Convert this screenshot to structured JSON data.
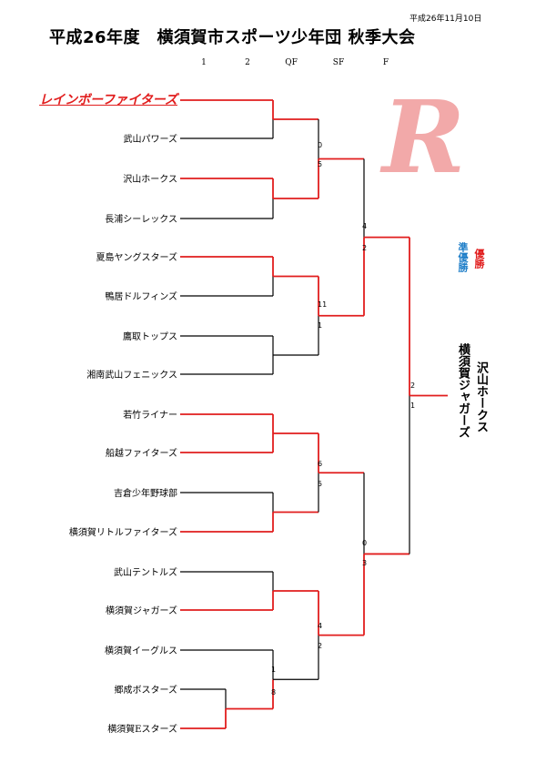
{
  "header": {
    "date": "平成26年11月10日",
    "title": "平成26年度　横須賀市スポーツ少年団 秋季大会"
  },
  "rounds": [
    "1",
    "2",
    "QF",
    "SF",
    "F"
  ],
  "colors": {
    "win": "#e11d1d",
    "lose": "#000000"
  },
  "logo": "R",
  "teams": [
    "レインボーファイターズ",
    "武山パワーズ",
    "沢山ホークス",
    "長浦シーレックス",
    "夏島ヤングスターズ",
    "鴨居ドルフィンズ",
    "鷹取トップス",
    "湘南武山フェニックス",
    "若竹ライナー",
    "船越ファイターズ",
    "吉倉少年野球部",
    "横須賀リトルファイターズ",
    "武山テントルズ",
    "横須賀ジャガーズ",
    "横須賀イーグルス",
    "郷成ボスターズ",
    "横須賀Eスターズ"
  ],
  "scores": {
    "r1": [
      "1",
      "8"
    ],
    "qf1": [
      "0",
      "5"
    ],
    "qf2": [
      "11",
      "1"
    ],
    "qf3": [
      "6",
      "5"
    ],
    "qf4": [
      "4",
      "2"
    ],
    "sf1": [
      "4",
      "2"
    ],
    "sf2": [
      "0",
      "3"
    ],
    "final": [
      "2",
      "1"
    ]
  },
  "results": {
    "winner_label": "優勝",
    "runner_up_label": "準優勝",
    "winner": "沢山ホークス",
    "runner_up": "横須賀ジャガーズ"
  }
}
